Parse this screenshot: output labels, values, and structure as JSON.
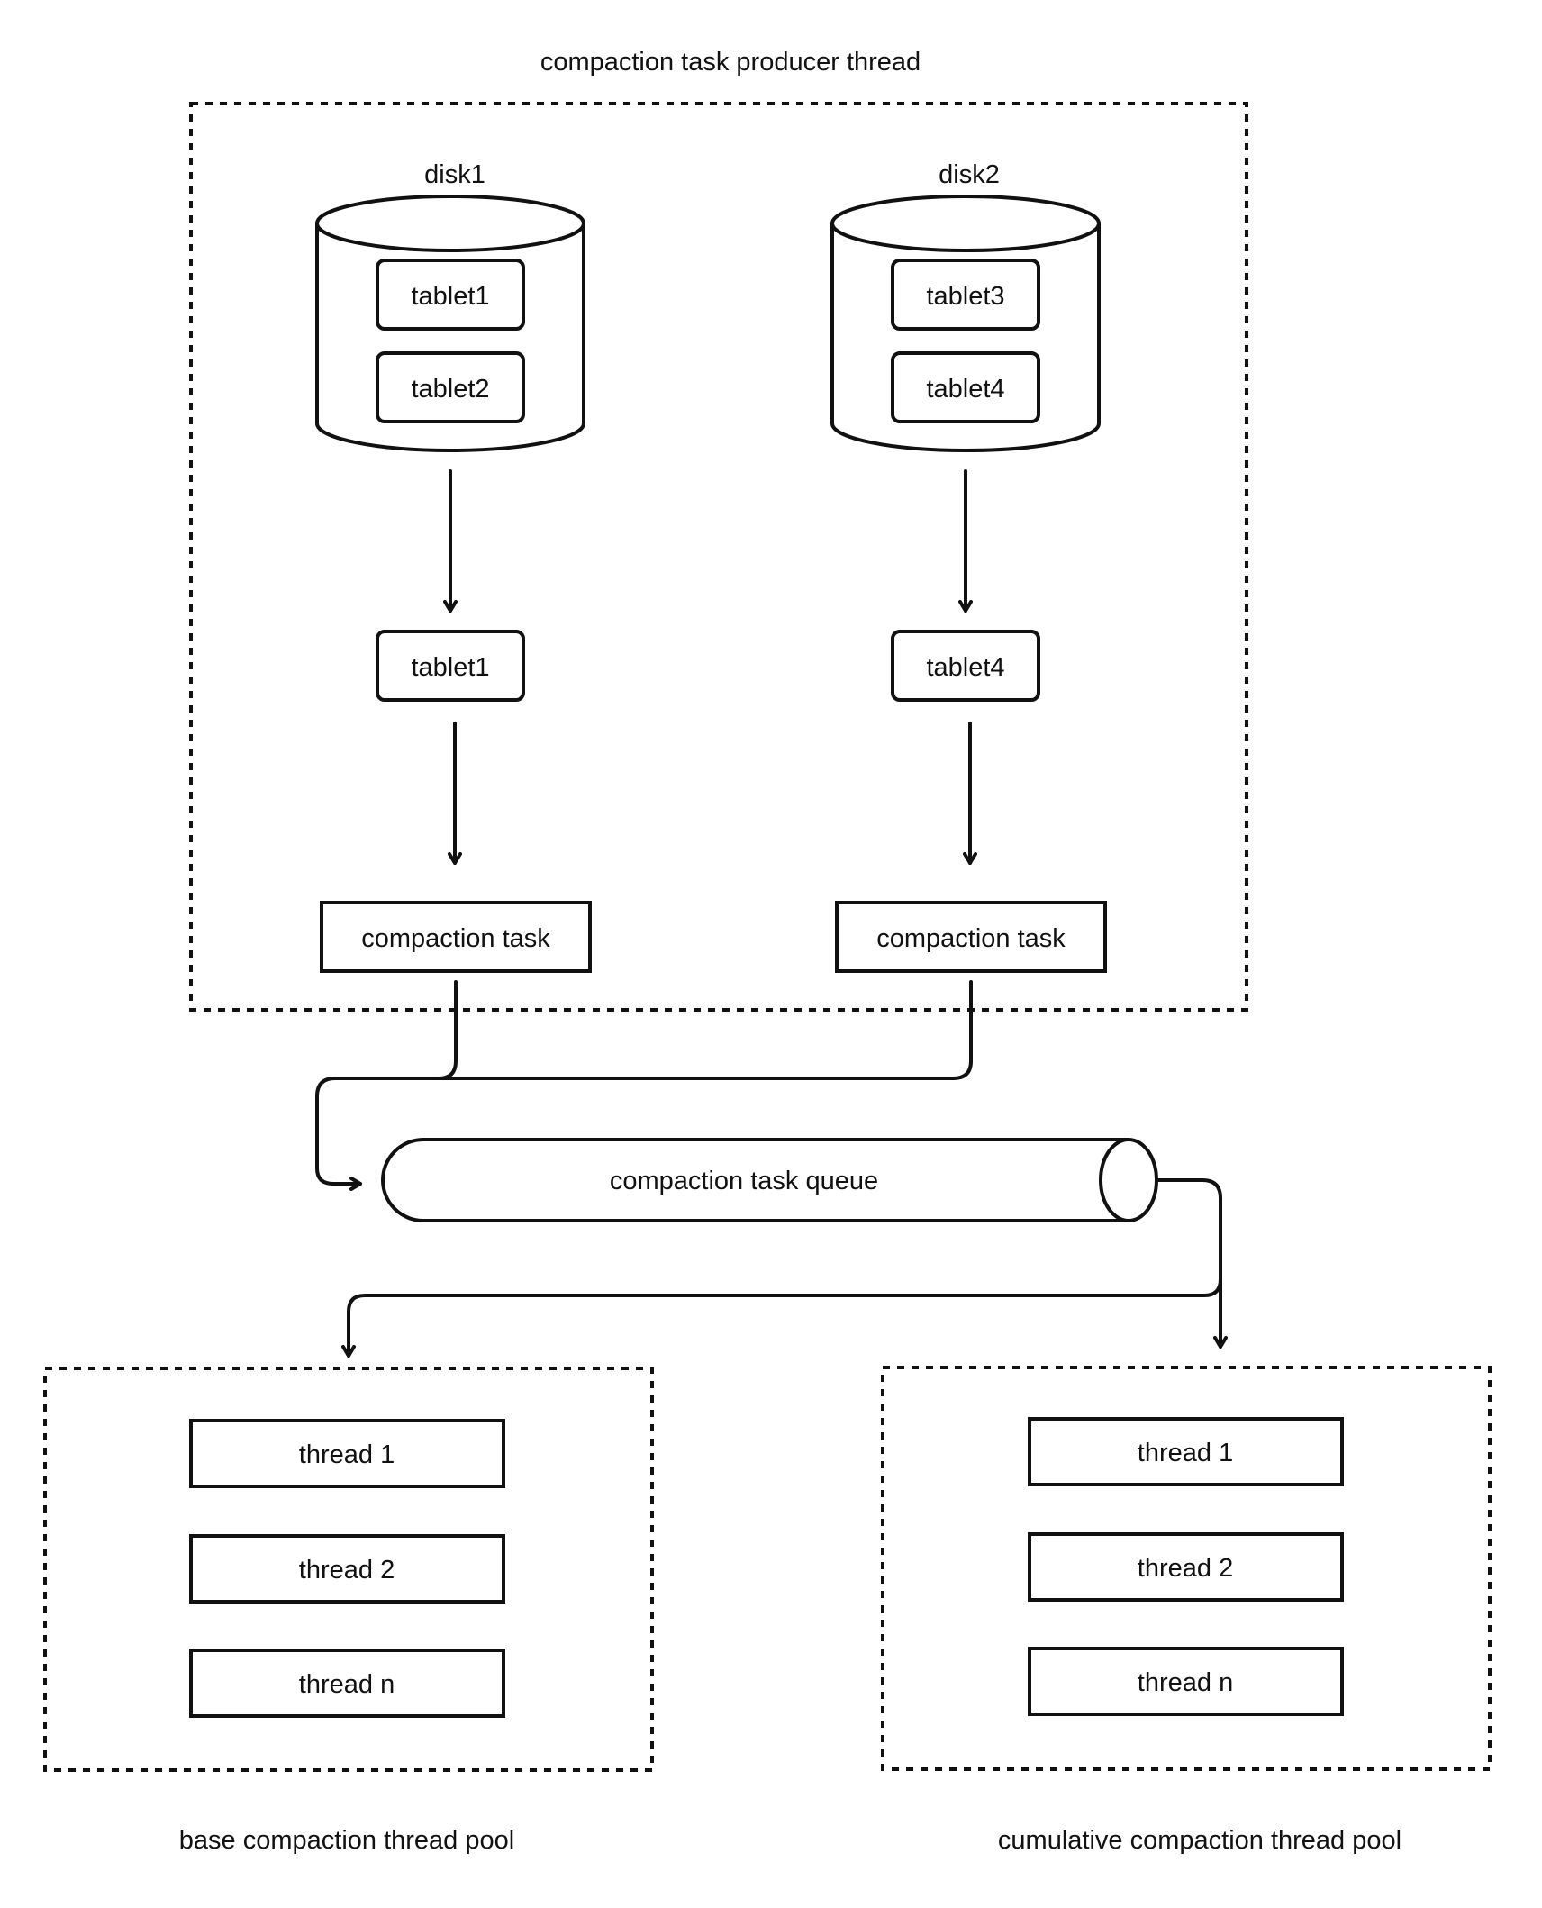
{
  "producer": {
    "title": "compaction task producer thread",
    "disks": [
      {
        "label": "disk1",
        "tablets": [
          "tablet1",
          "tablet2"
        ],
        "selected_tablet": "tablet1",
        "task_label": "compaction task"
      },
      {
        "label": "disk2",
        "tablets": [
          "tablet3",
          "tablet4"
        ],
        "selected_tablet": "tablet4",
        "task_label": "compaction task"
      }
    ]
  },
  "queue": {
    "label": "compaction task queue"
  },
  "pools": [
    {
      "label": "base compaction thread pool",
      "threads": [
        "thread 1",
        "thread 2",
        "thread n"
      ]
    },
    {
      "label": "cumulative compaction thread pool",
      "threads": [
        "thread 1",
        "thread 2",
        "thread n"
      ]
    }
  ]
}
